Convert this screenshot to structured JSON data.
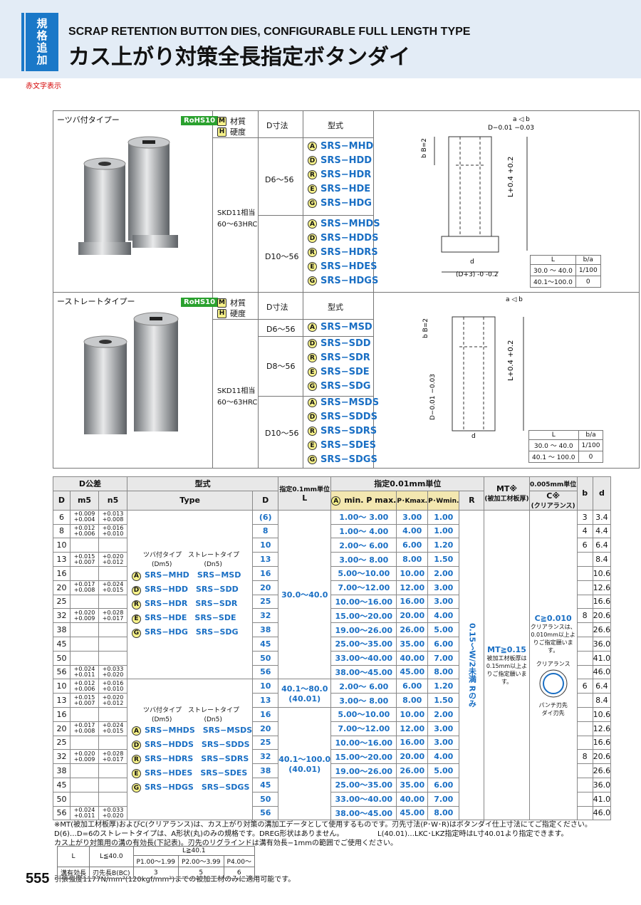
{
  "header": {
    "badge": [
      "規",
      "格",
      "追",
      "加"
    ],
    "title_en": "SCRAP RETENTION BUTTON DIES, CONFIGURABLE FULL LENGTH TYPE",
    "title_jp": "カス上がり対策全長指定ボタンダイ",
    "red_label": "赤文字表示"
  },
  "flange": {
    "type_label": "ーツバ付タイプー",
    "rohs": "RoHS10",
    "material_head": "材質",
    "hardness_head": "硬度",
    "d_head": "D寸法",
    "model_head": "型式",
    "material": "SKD11相当",
    "hardness": "60～63HRC",
    "range1": "D6～56",
    "range2": "D10～56",
    "models1": [
      {
        "i": "A",
        "t": "SRS−MHD"
      },
      {
        "i": "D",
        "t": "SRS−HDD"
      },
      {
        "i": "R",
        "t": "SRS−HDR"
      },
      {
        "i": "E",
        "t": "SRS−HDE"
      },
      {
        "i": "G",
        "t": "SRS−HDG"
      }
    ],
    "models2": [
      {
        "i": "A",
        "t": "SRS−MHDS"
      },
      {
        "i": "D",
        "t": "SRS−HDDS"
      },
      {
        "i": "R",
        "t": "SRS−HDRS"
      },
      {
        "i": "E",
        "t": "SRS−HDES"
      },
      {
        "i": "G",
        "t": "SRS−HDGS"
      }
    ],
    "bt_head": [
      "L",
      "b/a"
    ],
    "bt_rows": [
      [
        "30.0 〜 40.0",
        "1/100"
      ],
      [
        "40.1〜100.0",
        "0"
      ]
    ]
  },
  "straight": {
    "type_label": "ーストレートタイプー",
    "rohs": "RoHS10",
    "material_head": "材質",
    "hardness_head": "硬度",
    "d_head": "D寸法",
    "model_head": "型式",
    "material": "SKD11相当",
    "hardness": "60～63HRC",
    "range1": "D6～56",
    "range2": "D8～56",
    "range3": "D10～56",
    "models1": [
      {
        "i": "A",
        "t": "SRS−MSD"
      }
    ],
    "models2": [
      {
        "i": "D",
        "t": "SRS−SDD"
      },
      {
        "i": "R",
        "t": "SRS−SDR"
      },
      {
        "i": "E",
        "t": "SRS−SDE"
      },
      {
        "i": "G",
        "t": "SRS−SDG"
      }
    ],
    "models3": [
      {
        "i": "A",
        "t": "SRS−MSDS"
      },
      {
        "i": "D",
        "t": "SRS−SDDS"
      },
      {
        "i": "R",
        "t": "SRS−SDRS"
      },
      {
        "i": "E",
        "t": "SRS−SDES"
      },
      {
        "i": "G",
        "t": "SRS−SDGS"
      }
    ],
    "bt_head": [
      "L",
      "b/a"
    ],
    "bt_rows": [
      [
        "30.0 〜 40.0",
        "1/100"
      ],
      [
        "40.1 〜 100.0",
        "0"
      ]
    ]
  },
  "spec": {
    "h_dtol": "D公差",
    "h_model": "型式",
    "h_lunit": "指定0.1mm単位",
    "h_L": "L",
    "h_unit001": "指定0.01mm単位",
    "h_unit0005": "0.005mm単位",
    "h_D": "D",
    "h_m5": "m5",
    "h_n5": "n5",
    "h_type": "Type",
    "h_D2": "D",
    "h_min": "min. P max.",
    "h_pk": "P･Kmax.",
    "h_pw": "P･Wmin.",
    "h_R": "R",
    "h_mt": "MT※",
    "h_mt_sub": "(被加工材板厚)",
    "h_c": "C※",
    "h_c_sub": "(クリアランス)",
    "h_b": "b",
    "h_d": "d",
    "group1_type_flange": "ツバ付タイプ",
    "group1_type_straight": "ストレートタイプ",
    "group1_dm5": "(Dm5)",
    "group1_dn5": "(Dn5)",
    "rows1": [
      [
        "6",
        "+0.009 +0.004",
        "+0.013 +0.008",
        "(6)",
        "1.00〜 3.00",
        "3.00",
        "1.00",
        "3",
        "3.4"
      ],
      [
        "8",
        "+0.012 +0.006",
        "+0.016 +0.010",
        "8",
        "1.00〜 4.00",
        "4.00",
        "1.00",
        "4",
        "4.4"
      ],
      [
        "10",
        "",
        "",
        "10",
        "2.00〜 6.00",
        "6.00",
        "1.20",
        "6",
        "6.4"
      ],
      [
        "13",
        "+0.015 +0.007",
        "+0.020 +0.012",
        "13",
        "3.00〜 8.00",
        "8.00",
        "1.50",
        "",
        "8.4"
      ],
      [
        "16",
        "",
        "",
        "16",
        "5.00〜10.00",
        "10.00",
        "2.00",
        "",
        "10.6"
      ],
      [
        "20",
        "+0.017 +0.008",
        "+0.024 +0.015",
        "20",
        "7.00〜12.00",
        "12.00",
        "3.00",
        "",
        "12.6"
      ],
      [
        "25",
        "",
        "",
        "25",
        "10.00〜16.00",
        "16.00",
        "3.00",
        "",
        "16.6"
      ],
      [
        "32",
        "+0.020 +0.009",
        "+0.028 +0.017",
        "32",
        "15.00〜20.00",
        "20.00",
        "4.00",
        "8",
        "20.6"
      ],
      [
        "38",
        "",
        "",
        "38",
        "19.00〜26.00",
        "26.00",
        "5.00",
        "",
        "26.6"
      ],
      [
        "45",
        "",
        "",
        "45",
        "25.00〜35.00",
        "35.00",
        "6.00",
        "",
        "36.0"
      ],
      [
        "50",
        "",
        "",
        "50",
        "33.00〜40.00",
        "40.00",
        "7.00",
        "",
        "41.0"
      ],
      [
        "56",
        "+0.024 +0.011",
        "+0.033 +0.020",
        "56",
        "38.00〜45.00",
        "45.00",
        "8.00",
        "",
        "46.0"
      ]
    ],
    "rows1_models": [
      {
        "i": "A",
        "f": "SRS−MHD",
        "s": "SRS−MSD"
      },
      {
        "i": "D",
        "f": "SRS−HDD",
        "s": "SRS−SDD"
      },
      {
        "i": "R",
        "f": "SRS−HDR",
        "s": "SRS−SDR"
      },
      {
        "i": "E",
        "f": "SRS−HDE",
        "s": "SRS−SDE"
      },
      {
        "i": "G",
        "f": "SRS−HDG",
        "s": "SRS−SDG"
      }
    ],
    "rows1_L": "30.0〜40.0",
    "rows2": [
      [
        "10",
        "+0.012 +0.006",
        "+0.016 +0.010",
        "10",
        "2.00〜 6.00",
        "6.00",
        "1.20",
        "6",
        "6.4"
      ],
      [
        "13",
        "+0.015 +0.007",
        "+0.020 +0.012",
        "13",
        "3.00〜 8.00",
        "8.00",
        "1.50",
        "",
        "8.4"
      ],
      [
        "16",
        "",
        "",
        "16",
        "5.00〜10.00",
        "10.00",
        "2.00",
        "",
        "10.6"
      ],
      [
        "20",
        "+0.017 +0.008",
        "+0.024 +0.015",
        "20",
        "7.00〜12.00",
        "12.00",
        "3.00",
        "",
        "12.6"
      ],
      [
        "25",
        "",
        "",
        "25",
        "10.00〜16.00",
        "16.00",
        "3.00",
        "",
        "16.6"
      ],
      [
        "32",
        "+0.020 +0.009",
        "+0.028 +0.017",
        "32",
        "15.00〜20.00",
        "20.00",
        "4.00",
        "8",
        "20.6"
      ],
      [
        "38",
        "",
        "",
        "38",
        "19.00〜26.00",
        "26.00",
        "5.00",
        "",
        "26.6"
      ],
      [
        "45",
        "",
        "",
        "45",
        "25.00〜35.00",
        "35.00",
        "6.00",
        "",
        "36.0"
      ],
      [
        "50",
        "",
        "",
        "50",
        "33.00〜40.00",
        "40.00",
        "7.00",
        "",
        "41.0"
      ],
      [
        "56",
        "+0.024 +0.011",
        "+0.033 +0.020",
        "56",
        "38.00〜45.00",
        "45.00",
        "8.00",
        "",
        "46.0"
      ]
    ],
    "rows2_models": [
      {
        "i": "A",
        "f": "SRS−MHDS",
        "s": "SRS−MSDS"
      },
      {
        "i": "D",
        "f": "SRS−HDDS",
        "s": "SRS−SDDS"
      },
      {
        "i": "R",
        "f": "SRS−HDRS",
        "s": "SRS−SDRS"
      },
      {
        "i": "E",
        "f": "SRS−HDES",
        "s": "SRS−SDES"
      },
      {
        "i": "G",
        "f": "SRS−HDGS",
        "s": "SRS−SDGS"
      }
    ],
    "rows2_L_a": "40.1〜80.0",
    "rows2_L_a2": "(40.01)",
    "rows2_L_b": "40.1〜100.0",
    "rows2_L_b2": "(40.01)",
    "r_value": "0.15〜W/2未満",
    "r_note": "Rのみ",
    "mt_value": "MT≧0.15",
    "mt_note": "被加工材板厚は0.15mm以上よりご指定願います。",
    "c_value": "C≧0.010",
    "c_note": "クリアランスは、0.010mm以上よりご指定願います。",
    "c_fig": [
      "クリアランス",
      "パンチ刃先",
      "ダイ刃先"
    ]
  },
  "notes": [
    "※MT(被加工材板厚)およびC(クリアランス)は、カス上がり対策の溝加工データとして使用するものです。刃先寸法(P･W･R)はボタンダイ仕上寸法にてご指定ください。",
    "D(6)…D=6のストレートタイプは、A形状(丸)のみの規格です。DREG形状はありません。",
    "L(40.01)…LKC･LKZ指定時はL寸40.01より指定できます。",
    "カス上がり対策用の溝の有効長(下記表)。刃先のリグラインドは溝有効長−1mmの範囲でご使用ください。",
    "引張強度1177N/mm²(120kgf/mm²)までの被加工材のみに適用可能です。"
  ],
  "small_table": {
    "h_L": "L",
    "h_le40": "L≦40.0",
    "h_gt40": "L≧40.1",
    "h_blade": "刃先長B(BC)",
    "h_p1": "P1.00〜1.99",
    "h_p2": "P2.00〜3.99",
    "h_p4": "P4.00〜",
    "row_label": "溝有効長",
    "v1": "3",
    "v2": "5",
    "v3": "6"
  },
  "page_number": "555"
}
